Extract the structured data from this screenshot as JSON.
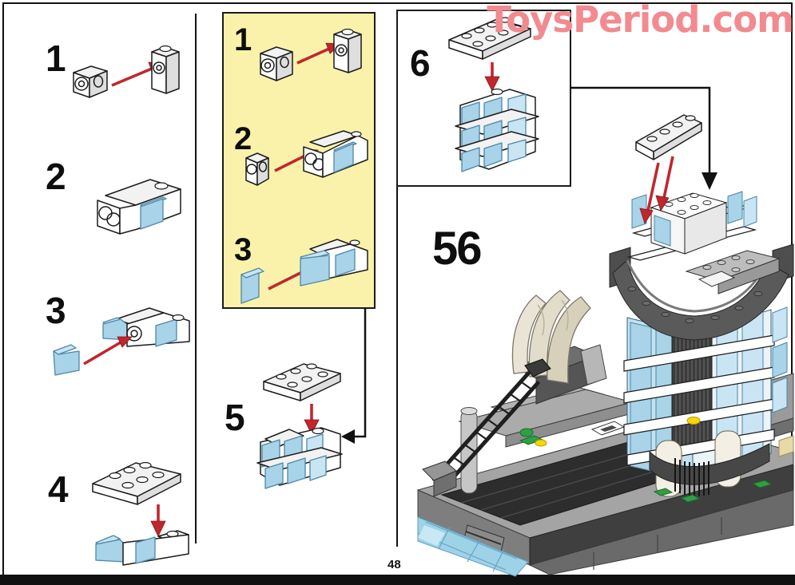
{
  "watermark": {
    "text": "ToysPeriod.com",
    "color": "#f28a8f"
  },
  "page": {
    "number": "48"
  },
  "main_step": {
    "number": "56"
  },
  "left_column": {
    "steps": [
      {
        "number": "1"
      },
      {
        "number": "2"
      },
      {
        "number": "3"
      },
      {
        "number": "4"
      }
    ]
  },
  "callout_box": {
    "bg_color": "#faf2aa",
    "steps": [
      {
        "number": "1"
      },
      {
        "number": "2"
      },
      {
        "number": "3"
      }
    ]
  },
  "step5": {
    "number": "5"
  },
  "step6": {
    "number": "6"
  },
  "colors": {
    "arrow_red": "#c0272d",
    "outline_black": "#1b1b1b",
    "glass_blue": "#a8d3e8",
    "glass_blue_light": "#c9e5f3",
    "callout_yellow": "#faf2aa",
    "watermark_pink": "#f28a8f",
    "base_gray": "#a4a4a4",
    "road_dark": "#2d2d2d",
    "balcony_dark_gray": "#5a5a5a",
    "sail_cream": "#e2dccb",
    "water_blue": "#9ed2e6",
    "plant_green": "#2fa043",
    "dome_yellow": "#f8d800"
  }
}
